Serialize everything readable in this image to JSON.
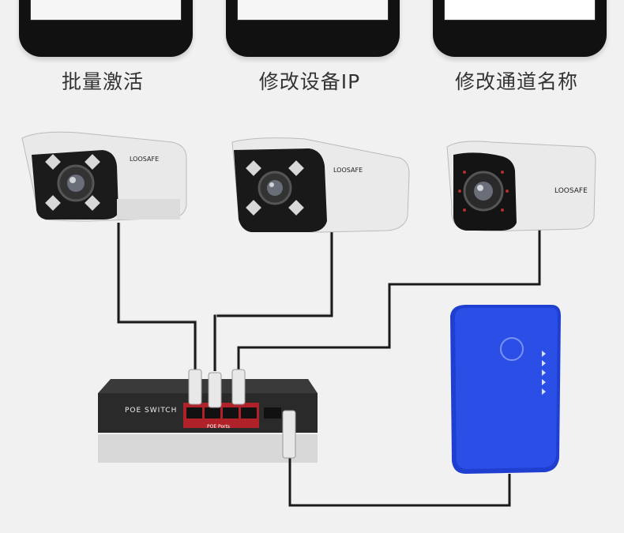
{
  "features": [
    {
      "label": "批量激活"
    },
    {
      "label": "修改设备IP"
    },
    {
      "label": "修改通道名称"
    }
  ],
  "cameras": [
    {
      "brand": "LOOSAFE"
    },
    {
      "brand": "LOOSAFE"
    },
    {
      "brand": "LOOSAFE"
    }
  ],
  "switch": {
    "label": "POE SWITCH",
    "ports_label": "POE Ports"
  },
  "colors": {
    "background": "#f1f1f1",
    "switch_body": "#2a2a2a",
    "switch_panel": "#b0222a",
    "router": "#1f3fd0",
    "cable": "#1a1a1a"
  }
}
